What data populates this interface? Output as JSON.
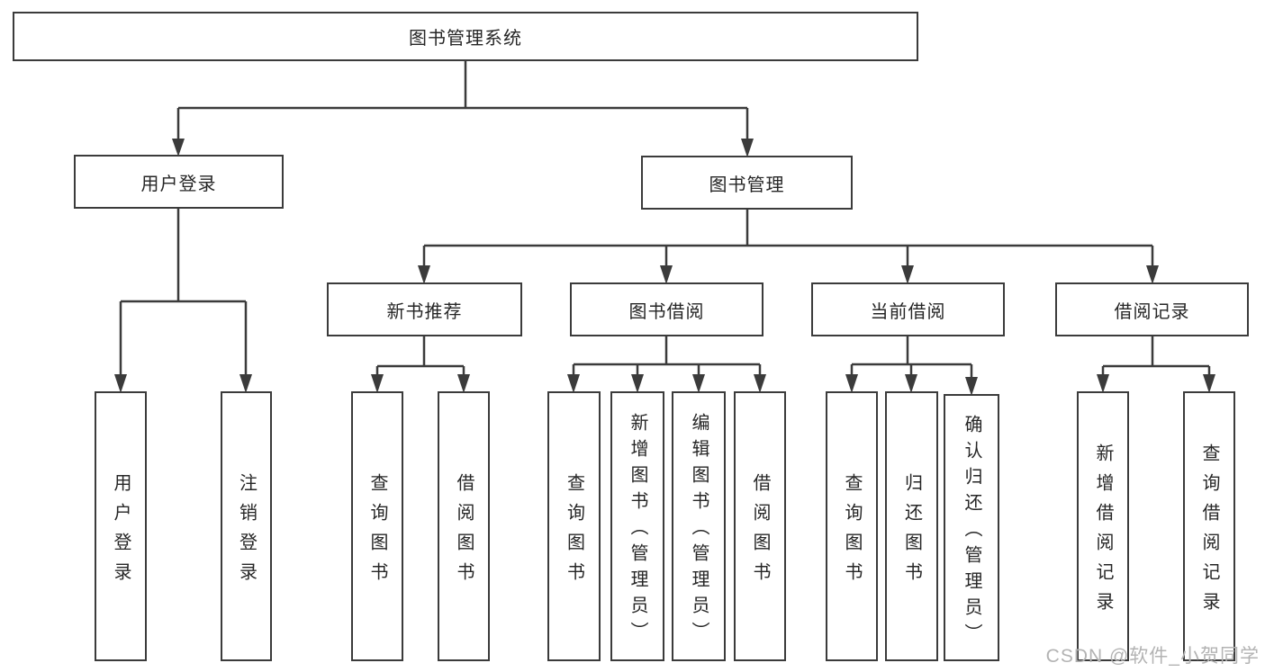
{
  "diagram": {
    "root": {
      "label": "图书管理系统"
    },
    "level2": [
      {
        "label": "用户登录"
      },
      {
        "label": "图书管理"
      }
    ],
    "level3": [
      {
        "label": "新书推荐"
      },
      {
        "label": "图书借阅"
      },
      {
        "label": "当前借阅"
      },
      {
        "label": "借阅记录"
      }
    ],
    "leaves": {
      "user_login": [
        "用户登录",
        "注销登录"
      ],
      "new_book": [
        "查询图书",
        "借阅图书"
      ],
      "book_borrow": [
        "查询图书",
        "新增图书（管理员）",
        "编辑图书（管理员）",
        "借阅图书"
      ],
      "current_borrow": [
        "查询图书",
        "归还图书",
        "确认归还（管理员）"
      ],
      "borrow_record": [
        "新增借阅记录",
        "查询借阅记录"
      ]
    }
  },
  "watermark": {
    "text": "CSDN @软件_小贺同学"
  },
  "colors": {
    "line": "#3b3b3b",
    "text": "#262626",
    "background": "#ffffff",
    "watermark": "#b3b3b3"
  }
}
